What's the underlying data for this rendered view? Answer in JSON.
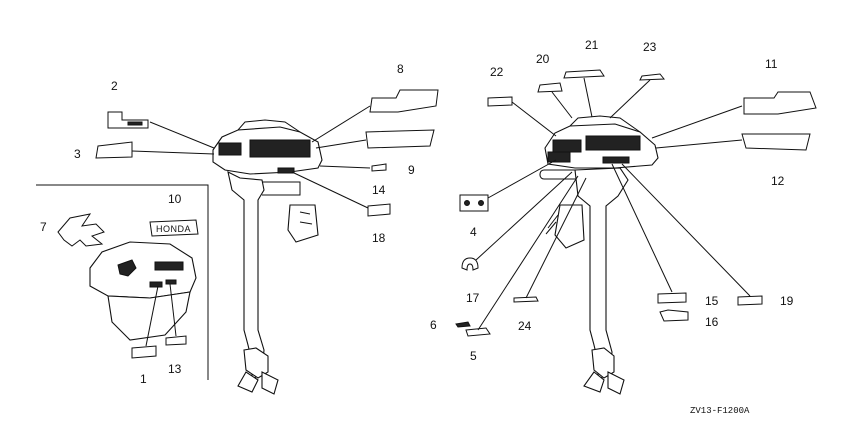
{
  "diagram": {
    "code": "ZV13-F1200A",
    "inset_decal_text": "HONDA",
    "callouts": [
      "1",
      "2",
      "3",
      "4",
      "5",
      "6",
      "7",
      "8",
      "9",
      "10",
      "11",
      "12",
      "13",
      "14",
      "15",
      "16",
      "17",
      "18",
      "19",
      "20",
      "21",
      "22",
      "23",
      "24"
    ]
  }
}
